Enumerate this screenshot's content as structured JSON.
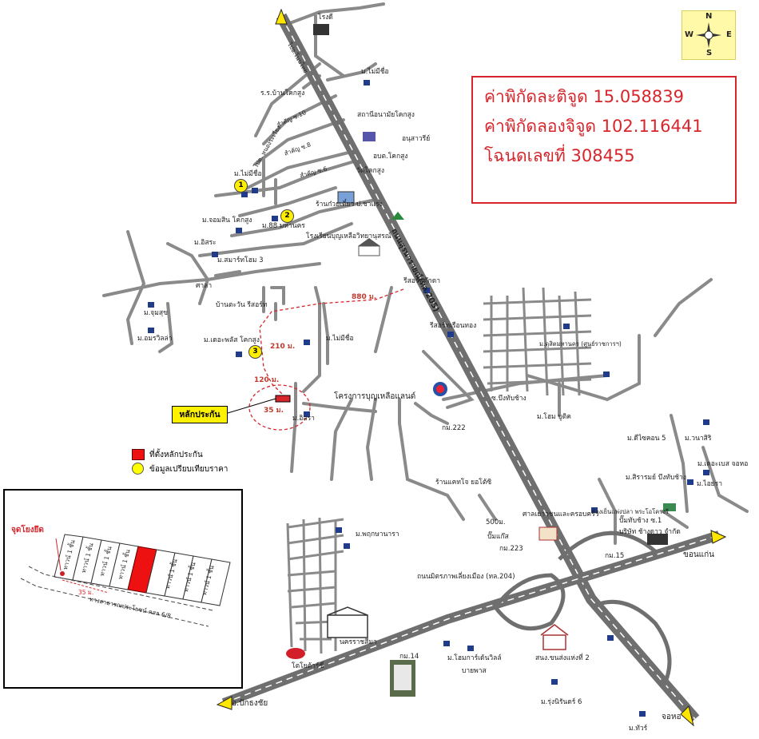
{
  "coords": {
    "lat_line": "ค่าพิกัดละติจูด 15.058839",
    "lon_line": "ค่าพิกัดลองจิจูด 102.116441",
    "deed_line": "โฉนดเลขที่ 308455"
  },
  "compass": {
    "n": "N",
    "s": "S",
    "e": "E",
    "w": "W"
  },
  "collateral_tag": "หลักประกัน",
  "legend": {
    "collateral": "ที่ตั้งหลักประกัน",
    "comparison": "ข้อมูลเปรียบเทียบราคา"
  },
  "comparables": [
    "1",
    "2",
    "3"
  ],
  "distances": {
    "d880": "880 ม.",
    "d210": "210 ม.",
    "d120": "120 ม.",
    "d35": "35 ม."
  },
  "labels": {
    "to_khon_kaen_n": "ไปอ.โนนไทย",
    "factory": "โรงดี",
    "police": "ร.ร.บ้านโคกสูง",
    "health": "สถานีอนามัยโคกสูง",
    "soi10": "สำคัญ ซ.10",
    "soi8": "สำคัญ ซ.8",
    "soi6": "สำคัญ ซ.6",
    "to_nong_phrue": "ไปต. หนองระเวียง",
    "village_maimisue_n": "ม.ไม่มีชื่อ",
    "village_mai_misue2": "ม.ไม่มีชื่อ",
    "monument": "อนุสาวรีย์",
    "school_kok": "อบต.โคกสูง",
    "temple": "วัดโคกสูง",
    "jom_sin": "ม.จอมสิน โคกสูง",
    "m88": "ม.88 มหานคร",
    "shop": "ร้านก๋วยเตี๋ยว ป.ชาแรง",
    "school": "โรงเรียนบุญเหลือวิทยานุสรณ์",
    "isara": "ม.อิสระ",
    "smart_home": "ม.สมาร์ทโฮม 3",
    "sala": "ศาลา",
    "jumsuk": "ม.จุมสุข",
    "amonvilla": "ม.อมรวิลล่า",
    "ban_tawan": "บ้านตะวัน รีสอร์ท",
    "the_plus": "ม.เดอะพลัส โคกสูง",
    "maimisue3": "ม.ไม่มีชื่อ",
    "road_name": "ถนนสุรนารายณ์(ทล.205)",
    "resort_dukda": "รีสอร์ทดุ๊กดา",
    "resort_ruenthong": "รีสอร์ทเรือนทอง",
    "boonluea": "โครงการบุญเหลือแลนด์",
    "isara2": "ม.อิสรา",
    "soi_bueng": "ซ.บึงทับช้าง",
    "home_m": "ม.โฮม บูติค",
    "km222": "กม.222",
    "estate_ne": "ม.ดุสิตมหานคร (ศูนย์ราชการฯ)",
    "di_khon": "ม.ดีไซคอน 5",
    "wana": "ม.วนาสิริ",
    "the_based": "ม.เดอะเบส จอหอ",
    "siram": "ม.สิรารมย์ บึงทับช้าง",
    "aiyara": "ม.ไอยรา",
    "hub": "ร้านแคทโจ ยอโต้ซิ",
    "m500": "500ม.",
    "sala_youth": "ศาลเยาวชนและครอบครัว",
    "frozen": "ห้องเย็นแพ่งปลา พระโอโครงรี",
    "ptt": "ปั๊มทับช้าง ซ.1",
    "company": "บริษัท ช้างดาว จำกัด",
    "km223": "กม.223",
    "pump": "ปั๊มแก๊ส",
    "km15": "กม.15",
    "khon_kaen": "ขอนแก่น",
    "pruksa": "ม.พฤกษานารา",
    "mittraphap": "ถนนมิตรภาพเลี่ยงเมือง (ทล.204)",
    "nakhon": "นครราชสีมา",
    "toyota": "โตโยต้าร์ซี่",
    "km14": "กม.14",
    "home_garden": "ม.โฮมการ์เด้นวิลล์",
    "baan_paat": "บายพาส",
    "sno": "สนง.ขนส่งแห่งที่ 2",
    "rungnirun": "ม.รุ่งนิรันดร์ 6",
    "to_pak": "อ.ปักธงชัย",
    "chok_chai": "จอหอ",
    "mtawi": "ม.ทัวร์"
  },
  "inset": {
    "anchor": "จุดโยงยึด",
    "road": "ทางสาธารณประโยชน์ คสล 6/8",
    "dist": "35 ม.",
    "houses": [
      "ทาวน์ 1 ชั้น",
      "ทาวน์ 1 ชั้น",
      "ทาวน์ 1 ชั้น",
      "ทาวน์ 1 ชั้น",
      "ทาวน์ 1 ชั้น",
      "ทาวน์ 1 ชั้น",
      "ทาวน์ 1 ชั้น"
    ]
  },
  "colors": {
    "road": "#8a8a8a",
    "main_road": "#6f6f6f",
    "red": "#d6262c",
    "yellow": "#ffee00",
    "house": "#1f3b8a"
  }
}
